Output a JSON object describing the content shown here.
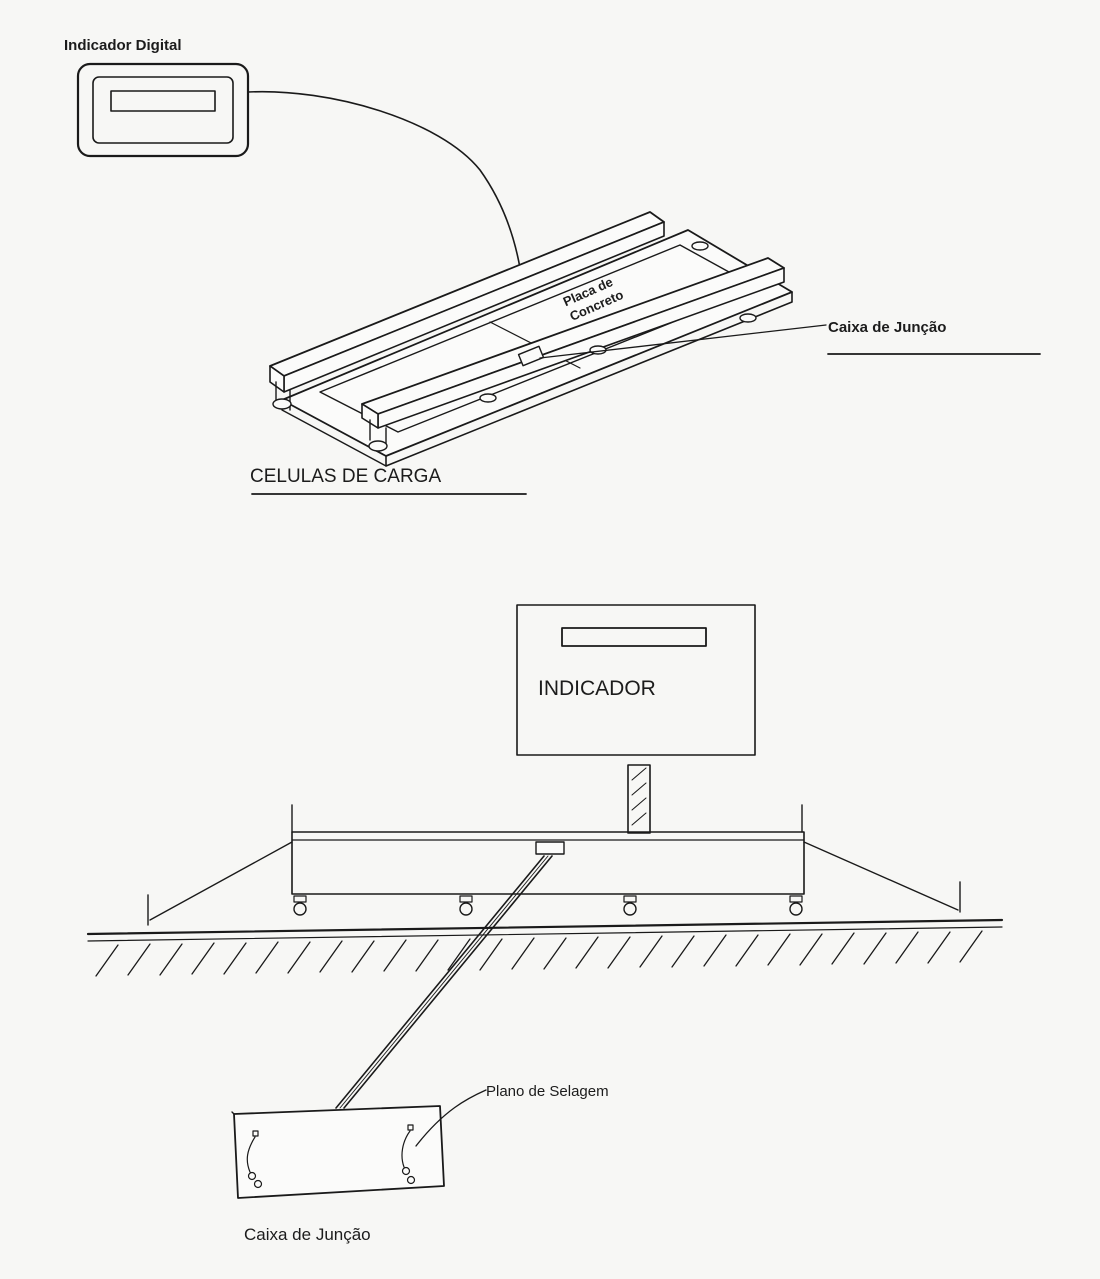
{
  "top_diagram": {
    "indicator_label": "Indicador Digital",
    "plate_label_line1": "Placa de",
    "plate_label_line2": "Concreto",
    "junction_box_label": "Caixa de Junção",
    "load_cells_label": "CELULAS DE CARGA"
  },
  "bottom_diagram": {
    "indicator_label": "INDICADOR",
    "sealing_plane_label": "Plano de Selagem",
    "junction_box_label": "Caixa de Junção"
  }
}
